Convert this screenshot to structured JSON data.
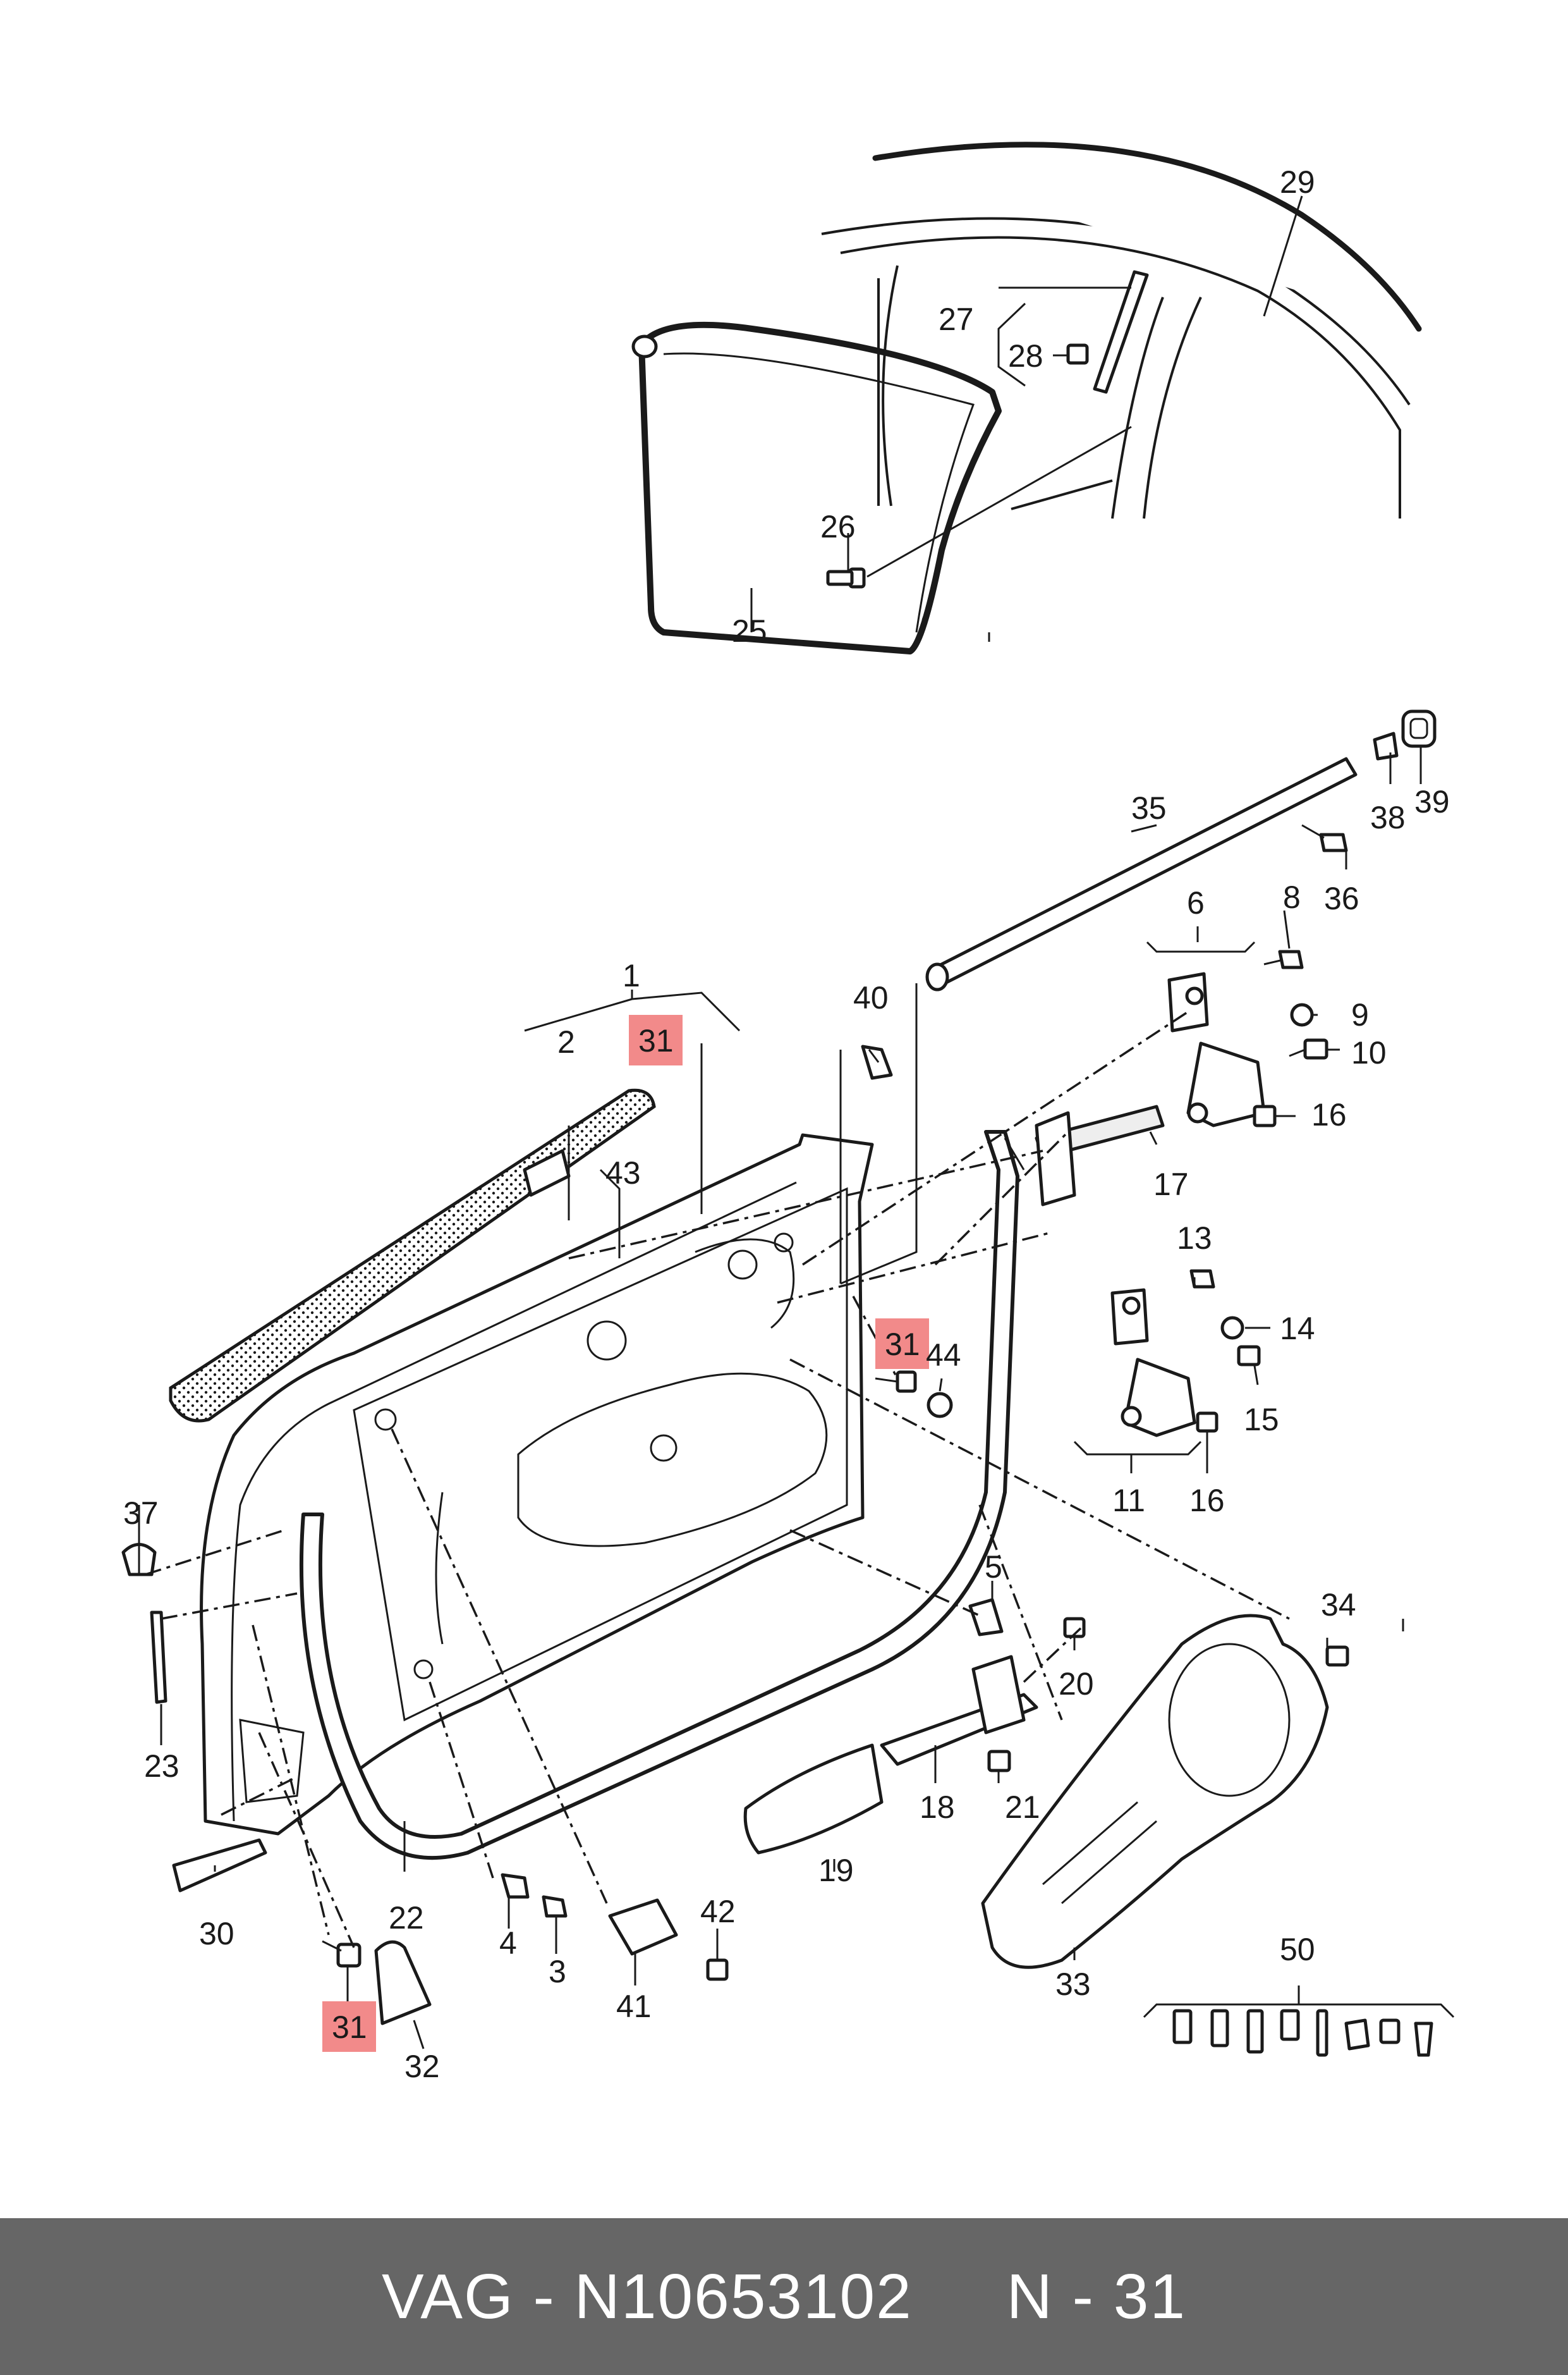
{
  "callouts": {
    "c1": "1",
    "c2": "2",
    "c3": "3",
    "c4": "4",
    "c5": "5",
    "c6": "6",
    "c8": "8",
    "c9": "9",
    "c10": "10",
    "c11": "11",
    "c13": "13",
    "c14": "14",
    "c15": "15",
    "c16a": "16",
    "c16b": "16",
    "c17": "17",
    "c18": "18",
    "c19": "19",
    "c20": "20",
    "c21": "21",
    "c22": "22",
    "c23": "23",
    "c25": "25",
    "c26": "26",
    "c27": "27",
    "c28": "28",
    "c29": "29",
    "c30": "30",
    "c31a": "31",
    "c31b": "31",
    "c31c": "31",
    "c32": "32",
    "c33": "33",
    "c34": "34",
    "c35": "35",
    "c36": "36",
    "c37": "37",
    "c38": "38",
    "c39": "39",
    "c40": "40",
    "c41": "41",
    "c42": "42",
    "c43": "43",
    "c44": "44",
    "c50": "50"
  },
  "footer": {
    "text": "VAG - N10653102     N - 31"
  },
  "colors": {
    "highlight": "#f28a8a",
    "footer_bg": "#666666",
    "footer_text": "#ffffff",
    "line": "#1a1a1a"
  }
}
